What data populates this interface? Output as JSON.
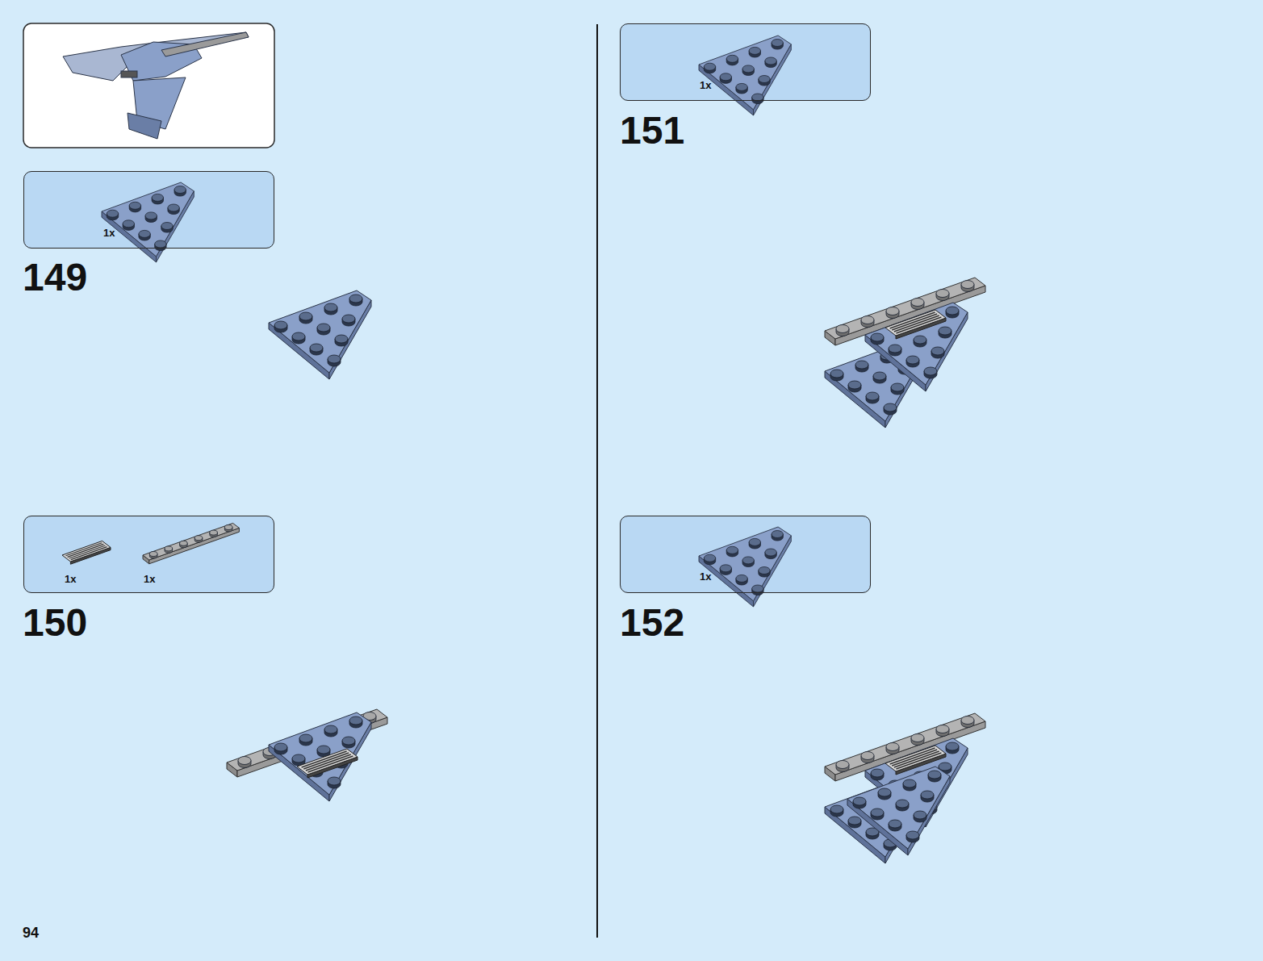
{
  "diagram": {
    "nodes": [
      {
        "text": [
          "1x"
        ]
      },
      {
        "text": [
          "1x",
          "1x"
        ]
      },
      {
        "text": [
          "1x"
        ]
      },
      {
        "text": [
          "1x"
        ]
      }
    ],
    "labels": [
      "149",
      "150",
      "151",
      "152",
      "94"
    ]
  }
}
